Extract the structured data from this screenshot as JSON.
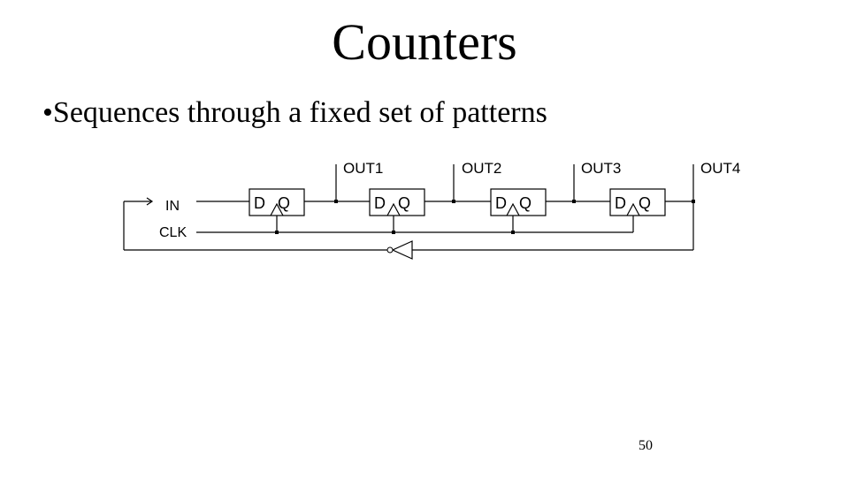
{
  "slide": {
    "title": "Counters",
    "bullet": "•Sequences through a fixed set of patterns",
    "page_number": "50"
  },
  "diagram": {
    "input_label": "IN",
    "clock_label": "CLK",
    "flipflops": [
      {
        "d": "D",
        "q": "Q"
      },
      {
        "d": "D",
        "q": "Q"
      },
      {
        "d": "D",
        "q": "Q"
      },
      {
        "d": "D",
        "q": "Q"
      }
    ],
    "outputs": [
      "OUT1",
      "OUT2",
      "OUT3",
      "OUT4"
    ]
  }
}
